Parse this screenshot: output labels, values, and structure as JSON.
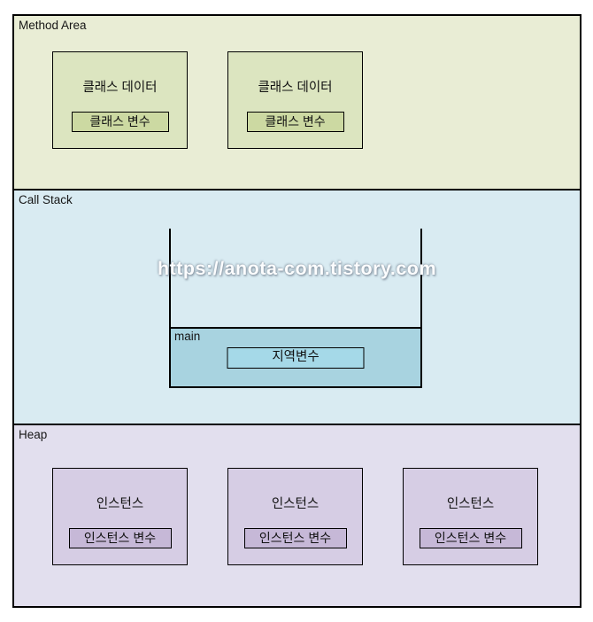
{
  "watermark": "https://anota-com.tistory.com",
  "method_area": {
    "label": "Method Area",
    "boxes": [
      {
        "title": "클래스 데이터",
        "variable": "클래스 변수"
      },
      {
        "title": "클래스 데이터",
        "variable": "클래스 변수"
      }
    ]
  },
  "call_stack": {
    "label": "Call Stack",
    "frame": {
      "label": "main",
      "variable": "지역변수"
    }
  },
  "heap": {
    "label": "Heap",
    "boxes": [
      {
        "title": "인스턴스",
        "variable": "인스턴스 변수"
      },
      {
        "title": "인스턴스",
        "variable": "인스턴스 변수"
      },
      {
        "title": "인스턴스",
        "variable": "인스턴스 변수"
      }
    ]
  },
  "colors": {
    "method_area_bg": "#e9edd5",
    "method_box_fill": "#dce5c0",
    "method_var_fill": "#ccd9a2",
    "call_stack_bg": "#d9ebf2",
    "main_frame_fill": "#a8d3e0",
    "local_var_fill": "#a5d9e8",
    "heap_bg": "#e2dfee",
    "heap_box_fill": "#d6cde4",
    "heap_var_fill": "#c6b8d7",
    "border": "#000000",
    "watermark_text": "#fcfdfe"
  }
}
